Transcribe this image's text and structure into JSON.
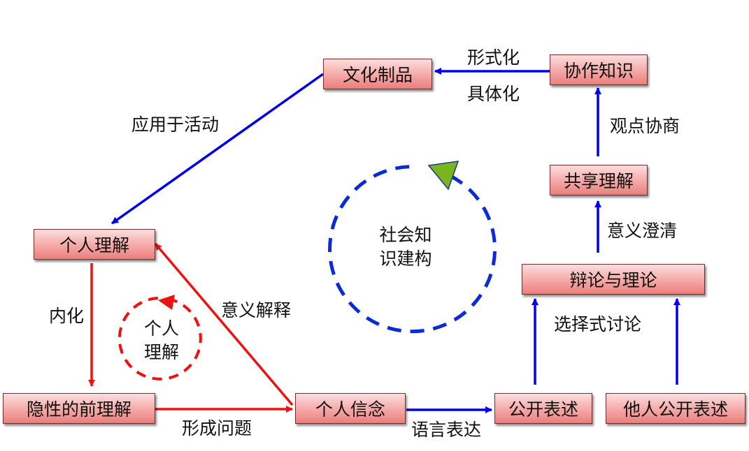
{
  "nodes": {
    "cultural_artifacts": "文化制品",
    "collaborative_knowledge": "协作知识",
    "shared_understanding": "共享理解",
    "argument_and_theory": "辩论与理论",
    "personal_understanding": "个人理解",
    "tacit_preunderstanding": "隐性的前理解",
    "personal_belief": "个人信念",
    "public_statement": "公开表述",
    "others_public_statement": "他人公开表述"
  },
  "edge_labels": {
    "formalization": "形式化",
    "concretization": "具体化",
    "apply_to_activity": "应用于活动",
    "negotiation": "观点协商",
    "meaning_clarification": "意义澄清",
    "selective_discussion": "选择式讨论",
    "internalization": "内化",
    "meaning_interpretation": "意义解释",
    "problem_formation": "形成问题",
    "language_expression": "语言表达"
  },
  "cycles": {
    "social_line1": "社会知",
    "social_line2": "识建构",
    "personal_line1": "个人",
    "personal_line2": "理解"
  },
  "colors": {
    "social_flow": "#0000ee",
    "personal_flow": "#ee1111",
    "node_border": "#7a2a2a",
    "social_cycle_arrowhead": "#7ab51d"
  }
}
